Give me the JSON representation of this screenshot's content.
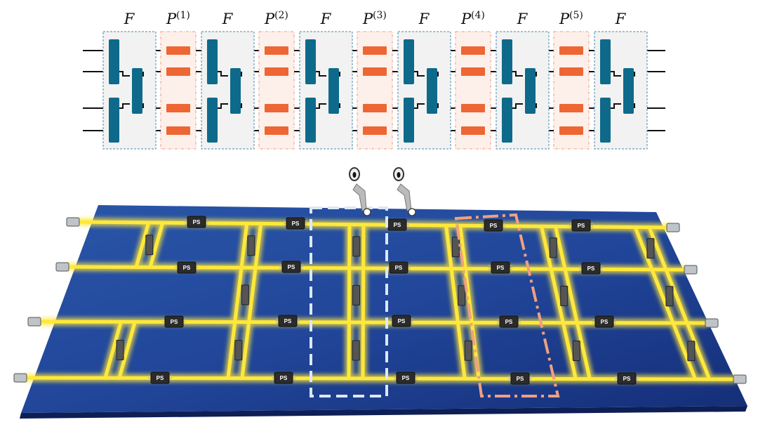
{
  "circuit": {
    "stages": [
      {
        "type": "F",
        "label": "F",
        "sup": ""
      },
      {
        "type": "P",
        "label": "P",
        "sup": "(1)"
      },
      {
        "type": "F",
        "label": "F",
        "sup": ""
      },
      {
        "type": "P",
        "label": "P",
        "sup": "(2)"
      },
      {
        "type": "F",
        "label": "F",
        "sup": ""
      },
      {
        "type": "P",
        "label": "P",
        "sup": "(3)"
      },
      {
        "type": "F",
        "label": "F",
        "sup": ""
      },
      {
        "type": "P",
        "label": "P",
        "sup": "(4)"
      },
      {
        "type": "F",
        "label": "F",
        "sup": ""
      },
      {
        "type": "P",
        "label": "P",
        "sup": "(5)"
      },
      {
        "type": "F",
        "label": "F",
        "sup": ""
      }
    ],
    "modes": 4,
    "colors": {
      "coupler": "#0e6a8a",
      "phase": "#ee6633",
      "f_box": "#f2f2f2",
      "p_box": "#fdf0ea"
    }
  },
  "board": {
    "chip_label": "PS",
    "colors": {
      "substrate": "#1f3f8f",
      "waveguide": "#ffe83a",
      "highlight_f": "#dbe8f5",
      "highlight_p": "#f0a080"
    }
  }
}
